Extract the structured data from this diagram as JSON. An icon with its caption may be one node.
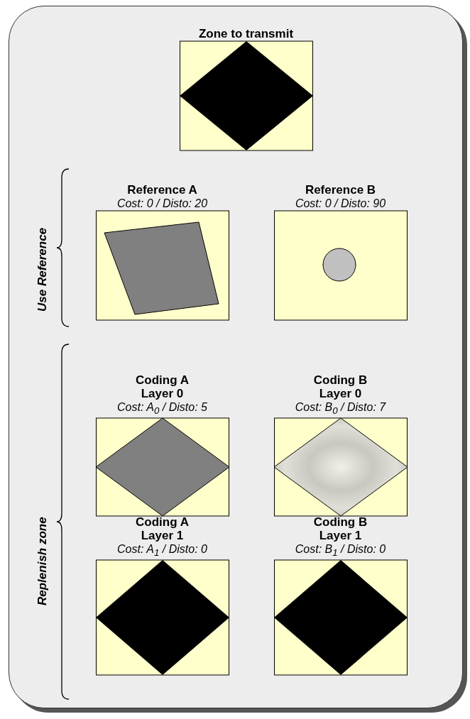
{
  "diagram": {
    "nodes": [
      {
        "text": [],
        "shape": "box"
      },
      {
        "text": [
          "Zone to transmit"
        ],
        "in": 0
      },
      {
        "text": [
          "Reference A",
          "Cost: 0 / Disto: 20"
        ],
        "in": 0
      },
      {
        "text": [
          "Reference B",
          "Cost: 0 / Disto: 90"
        ],
        "in": 0
      },
      {
        "text": [
          "Coding A Layer 0",
          "Cost: A$_{0}$ / Disto: 5"
        ],
        "in": 0
      },
      {
        "text": [
          "Coding B Layer 0",
          "Cost: B$_{0}$ / Disto: 7"
        ],
        "in": 0
      },
      {
        "text": [
          "Coding A Layer 1",
          "Cost: A$_{1}$ / Disto: 0"
        ],
        "in": 0
      },
      {
        "text": [
          "Coding B Layer 1",
          "Cost: B$_{1}$ / Disto: 0"
        ],
        "in": 0
      }
    ],
    "labels": [
      "Use Reference",
      "Replenish zone"
    ]
  }
}
